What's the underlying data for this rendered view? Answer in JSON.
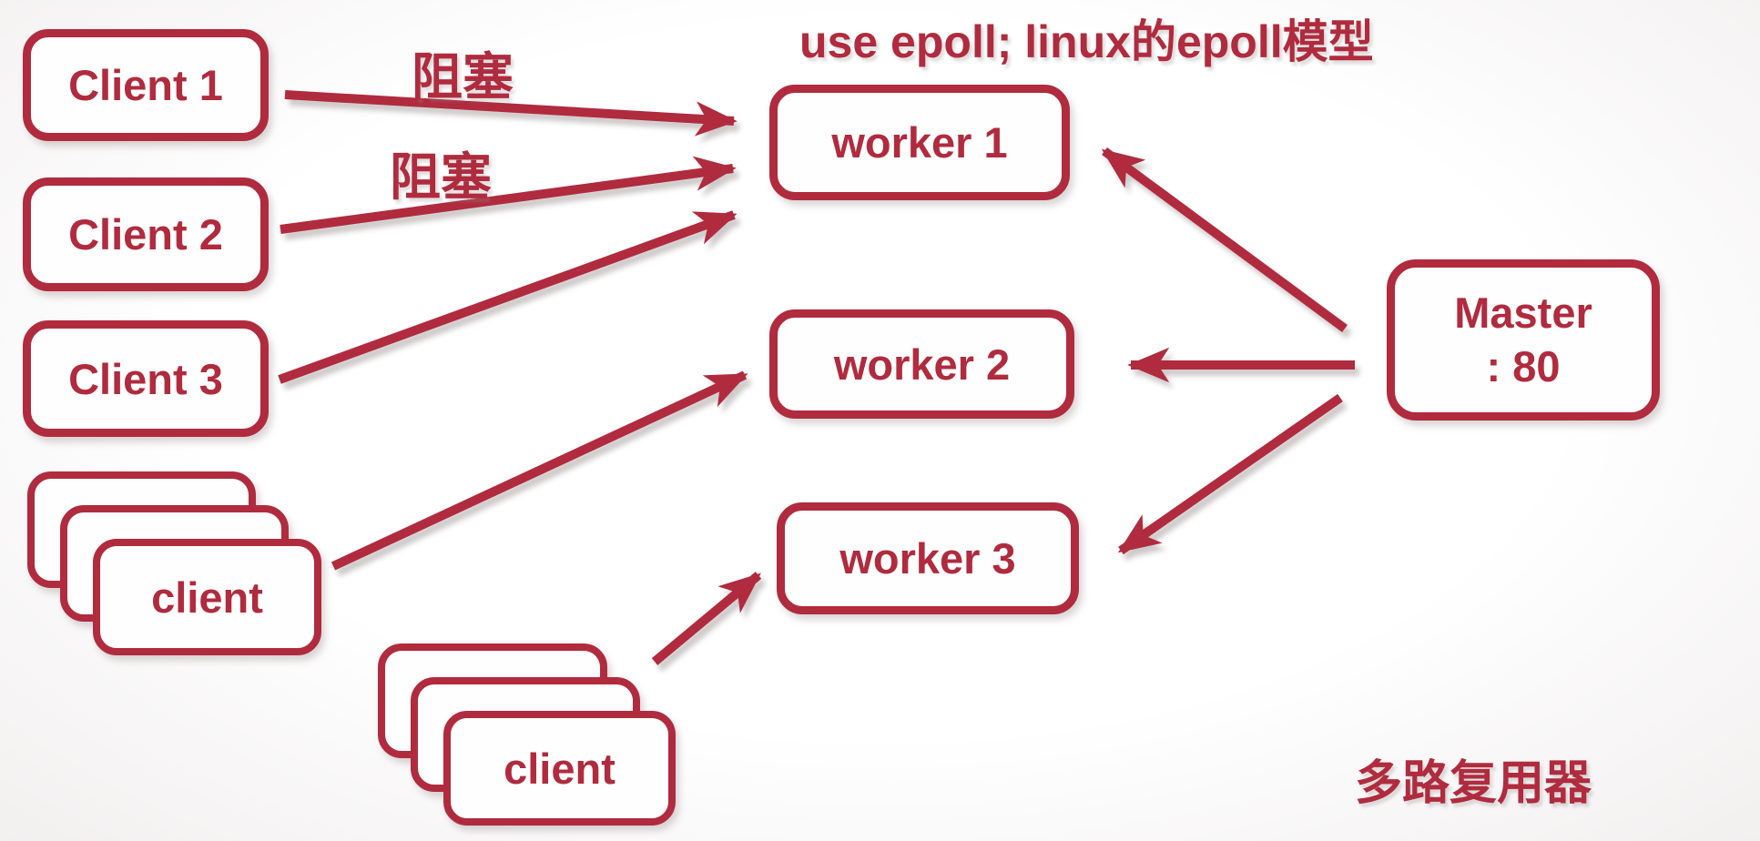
{
  "colors": {
    "accent": "#b02b3e",
    "background": "#fbfafa"
  },
  "title": "use epoll; linux的epoll模型",
  "labels": {
    "multiplexer": "多路复用器"
  },
  "nodes": {
    "client1": "Client 1",
    "client2": "Client 2",
    "client3": "Client 3",
    "client_stack_left": "client",
    "client_stack_bottom": "client",
    "worker1": "worker 1",
    "worker2": "worker 2",
    "worker3": "worker 3",
    "master": {
      "line1": "Master",
      "line2": ": 80"
    }
  },
  "edges": [
    {
      "from": "Client 1",
      "to": "worker 1",
      "label": "阻塞"
    },
    {
      "from": "Client 2",
      "to": "worker 1",
      "label": "阻塞"
    },
    {
      "from": "Client 3",
      "to": "worker 1",
      "label": ""
    },
    {
      "from": "client (left stack)",
      "to": "worker 2",
      "label": ""
    },
    {
      "from": "client (bottom stack)",
      "to": "worker 3",
      "label": ""
    },
    {
      "from": "Master : 80",
      "to": "worker 1",
      "label": ""
    },
    {
      "from": "Master : 80",
      "to": "worker 2",
      "label": ""
    },
    {
      "from": "Master : 80",
      "to": "worker 3",
      "label": ""
    }
  ]
}
